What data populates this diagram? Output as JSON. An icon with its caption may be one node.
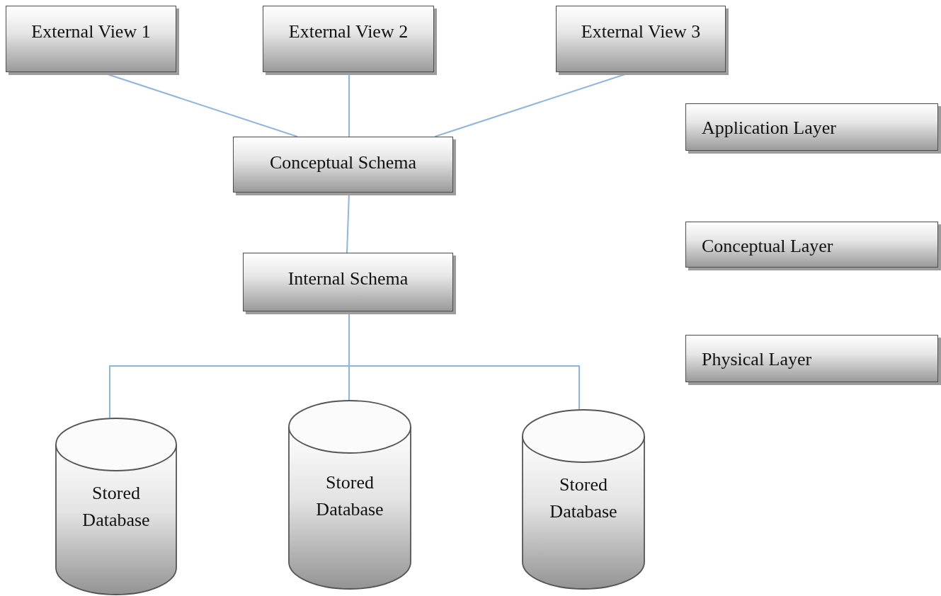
{
  "diagram": {
    "nodes": [
      {
        "text": [
          "External View 1"
        ]
      },
      {
        "text": [
          "External View 2"
        ]
      },
      {
        "text": [
          "External View 3"
        ]
      },
      {
        "text": [
          "Application Layer"
        ]
      },
      {
        "text": [
          "Conceptual Schema"
        ]
      },
      {
        "text": [
          "Conceptual Layer"
        ]
      },
      {
        "text": [
          "Internal Schema"
        ]
      },
      {
        "text": [
          "Physical Layer"
        ]
      },
      {
        "text": [
          "Stored Database"
        ]
      },
      {
        "text": [
          "Stored Database"
        ]
      },
      {
        "text": [
          "Stored Database"
        ]
      }
    ],
    "edges": [
      {
        "from": 0,
        "to": 4,
        "arrow": "none"
      },
      {
        "from": 1,
        "to": 4,
        "arrow": "none"
      },
      {
        "from": 2,
        "to": 4,
        "arrow": "none"
      },
      {
        "from": 4,
        "to": 6,
        "arrow": "none"
      },
      {
        "from": 6,
        "to": 8,
        "arrow": "none"
      },
      {
        "from": 6,
        "to": 9,
        "arrow": "none"
      },
      {
        "from": 6,
        "to": 10,
        "arrow": "none"
      }
    ]
  }
}
